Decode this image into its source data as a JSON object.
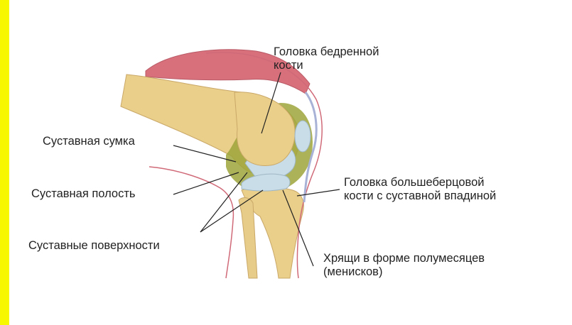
{
  "colors": {
    "side_bar": "#f7f700",
    "bone": "#e9cf8a",
    "bone_shade": "#d9b86a",
    "muscle": "#d8707c",
    "capsule": "#9ea53a",
    "cartilage": "#c9dde8",
    "skin_line": "#d06a78",
    "leader_line": "#222222",
    "text": "#222222"
  },
  "labels": {
    "femur_head": {
      "line1": "Головка бедренной",
      "line2": "кости"
    },
    "joint_capsule": "Суставная сумка",
    "joint_cavity": "Суставная полость",
    "articular_surfaces": "Суставные поверхности",
    "tibia_head": {
      "line1": "Головка большеберцовой",
      "line2": "кости с суставной впадиной"
    },
    "menisci": {
      "line1": "Хрящи в форме полумесяцев",
      "line2": "(менисков)"
    }
  }
}
